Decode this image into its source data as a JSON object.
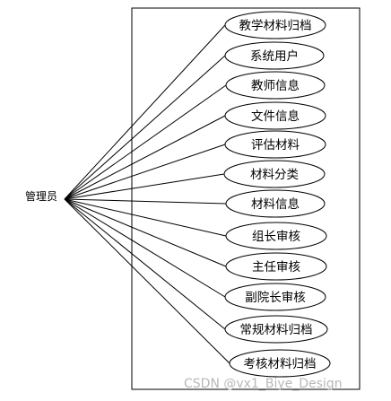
{
  "actor": {
    "label": "管理员"
  },
  "use_cases": [
    {
      "label": "教学材料归档"
    },
    {
      "label": "系统用户"
    },
    {
      "label": "教师信息"
    },
    {
      "label": "文件信息"
    },
    {
      "label": "评估材料"
    },
    {
      "label": "材料分类"
    },
    {
      "label": "材料信息"
    },
    {
      "label": "组长审核"
    },
    {
      "label": "主任审核"
    },
    {
      "label": "副院长审核"
    },
    {
      "label": "常规材料归档"
    },
    {
      "label": "考核材料归档"
    }
  ],
  "watermark": {
    "text": "CSDN @vx1_Biye_Design"
  }
}
